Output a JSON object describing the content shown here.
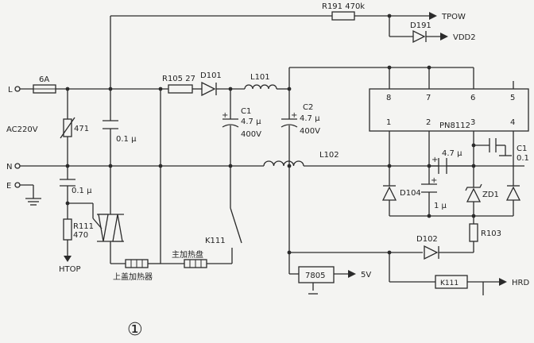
{
  "labels": {
    "L": "L",
    "N": "N",
    "E": "E",
    "ac220v": "AC220V",
    "fuse": "6A",
    "varistor": "471",
    "cap_01_top": "0.1 μ",
    "cap_01_bottom": "0.1 μ",
    "r111": "R111",
    "r111_val": "470",
    "htop": "HTOP",
    "top_heater": "上盖加热器",
    "main_heater": "主加热盘",
    "k111_sw": "K111",
    "r105": "R105 27",
    "d101": "D101",
    "l101": "L101",
    "c1": "C1",
    "c1_val1": "4.7 μ",
    "c1_val2": "400V",
    "c2": "C2",
    "c2_val1": "4.7 μ",
    "c2_val2": "400V",
    "r191": "R191 470k",
    "tpow": "TPOW",
    "d191": "D191",
    "vdd2": "VDD2",
    "l102": "L102",
    "ic": "PN8112",
    "pin8": "8",
    "pin7": "7",
    "pin6": "6",
    "pin5": "5",
    "pin1": "1",
    "pin2": "2",
    "pin3": "3",
    "pin4": "4",
    "cap_47u": "4.7 μ",
    "c1_right": "C1",
    "c1_right_val": "0.1",
    "d104": "D104",
    "cap_1u": "1 μ",
    "zd1": "ZD1",
    "r103": "R103",
    "d102": "D102",
    "reg": "7805",
    "v5": "5V",
    "k111_relay": "K111",
    "hrd": "HRD",
    "circled_one": "①"
  }
}
